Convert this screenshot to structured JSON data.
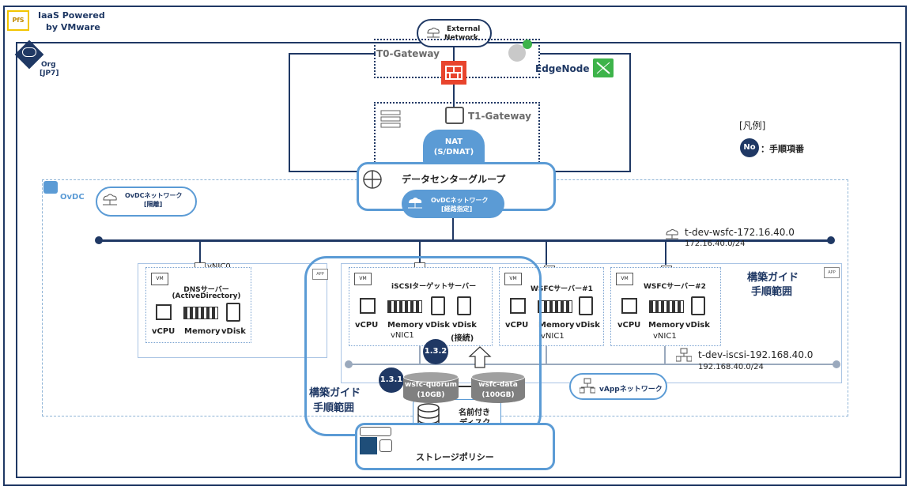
{
  "brand": {
    "badge": "PfS",
    "line1": "IaaS Powered",
    "line2": "by VMware"
  },
  "org": {
    "title": "Org",
    "region": "[JP7]"
  },
  "external_network": {
    "line1": "External",
    "line2": "Network"
  },
  "t0_gateway": "T0-Gateway",
  "edge_node": "EdgeNode",
  "t1_gateway": "T1-Gateway",
  "nat": {
    "line1": "NAT",
    "line2": "(S/DNAT)"
  },
  "datacenter_group": "データセンターグループ",
  "ovdc": "OvDC",
  "ovdc_network_isolated": {
    "line1": "OvDCネットワーク",
    "line2": "[隔離]"
  },
  "ovdc_network_routed": {
    "line1": "OvDCネットワーク",
    "line2": "[経路指定]"
  },
  "legend": {
    "title": "[凡例]",
    "badge": "No",
    "desc": "：手順項番"
  },
  "network_wsfc": {
    "name": "t-dev-wsfc-172.16.40.0",
    "cidr": "172.16.40.0/24"
  },
  "network_iscsi": {
    "name": "t-dev-iscsi-192.168.40.0",
    "cidr": "192.168.40.0/24"
  },
  "vapp_network": "vAppネットワーク",
  "app_tag": "APP",
  "vm_tag": "VM",
  "vnic0": "vNIC0",
  "vnic1": "vNIC1",
  "dns_server": {
    "line1": "DNSサーバー",
    "line2": "(ActiveDirectory)"
  },
  "iscsi_server": "iSCSIターゲットサーバー",
  "wsfc1": "WSFCサーバー#1",
  "wsfc2": "WSFCサーバー#2",
  "labels": {
    "vcpu": "vCPU",
    "memory": "Memory",
    "vdisk": "vDisk",
    "vdisk_connect_1": "vDisk",
    "vdisk_connect_2": "(接続)"
  },
  "scope_guide": {
    "line1": "構築ガイド",
    "line2": "手順範囲"
  },
  "steps": {
    "s131": "1.3.1",
    "s132": "1.3.2"
  },
  "disk_quorum": {
    "name": "wsfc-quorum",
    "size": "(10GB)"
  },
  "disk_data": {
    "name": "wsfc-data",
    "size": "(100GB)"
  },
  "named_disk": {
    "line1": "名前付き",
    "line2": "ディスク"
  },
  "storage_policy": "ストレージポリシー",
  "colors": {
    "navy": "#1f3864",
    "accent": "#5b9bd5",
    "disk": "#808080",
    "firewall": "#e8442d",
    "edge": "#3db34a"
  }
}
